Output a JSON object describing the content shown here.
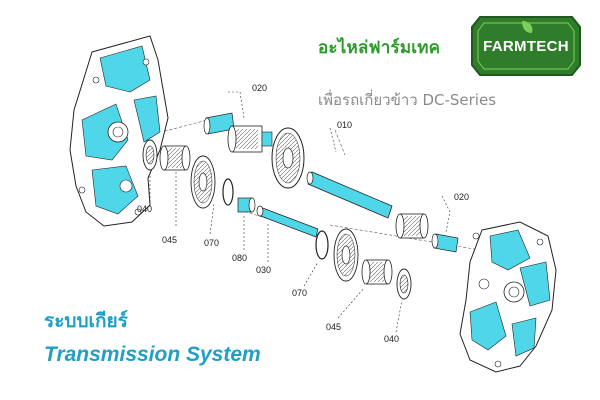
{
  "brand": {
    "thai_name": "อะไหล่ฟาร์มเทค",
    "logo_text": "FARMTECH",
    "subtitle": "เพื่อรถเกี่ยวข้าว DC-Series",
    "logo_color": "#2f7d2b"
  },
  "system": {
    "thai_title": "ระบบเกียร์",
    "english_title": "Transmission System",
    "title_color": "#1f9fc4"
  },
  "diagram": {
    "highlight_color": "#4fd6e8",
    "part_labels": {
      "top_020": "020",
      "shaft_010": "010",
      "right_020": "020",
      "left_040": "040",
      "left_045": "045",
      "left_070": "070",
      "left_080": "080",
      "shaft_030": "030",
      "mid_070": "070",
      "bottom_045": "045",
      "bottom_040": "040"
    }
  }
}
